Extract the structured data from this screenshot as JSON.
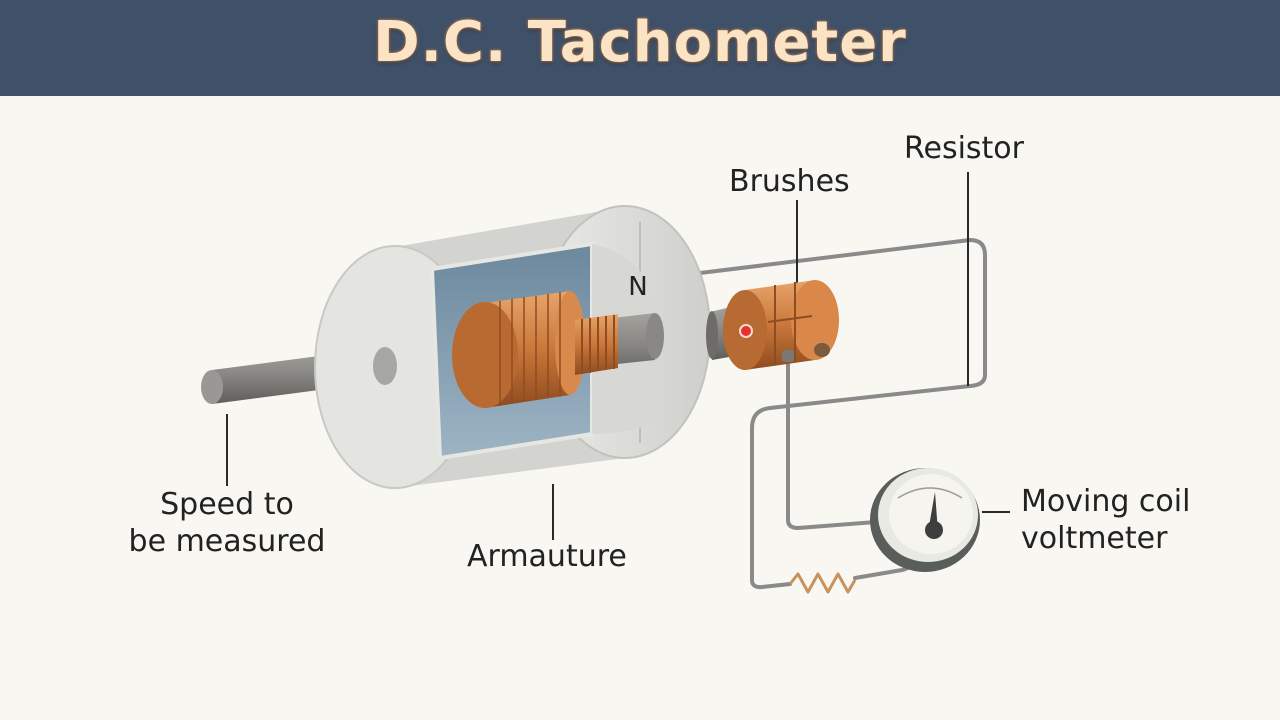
{
  "title": "D.C. Tachometer",
  "magnet_pole": "N",
  "labels": {
    "brushes": "Brushes",
    "resistor": "Resistor",
    "speed_line1": "Speed to",
    "speed_line2": "be measured",
    "armature": "Armauture",
    "voltmeter_line1": "Moving coil",
    "voltmeter_line2": "voltmeter"
  },
  "colors": {
    "header": "#3f5069",
    "title": "#fbe3c6",
    "background": "#f8f7f2",
    "copper": "#c9773a",
    "housing": "#d9d9d6",
    "housing_inside": "#7e99ad",
    "wire": "#8a8a8a"
  }
}
